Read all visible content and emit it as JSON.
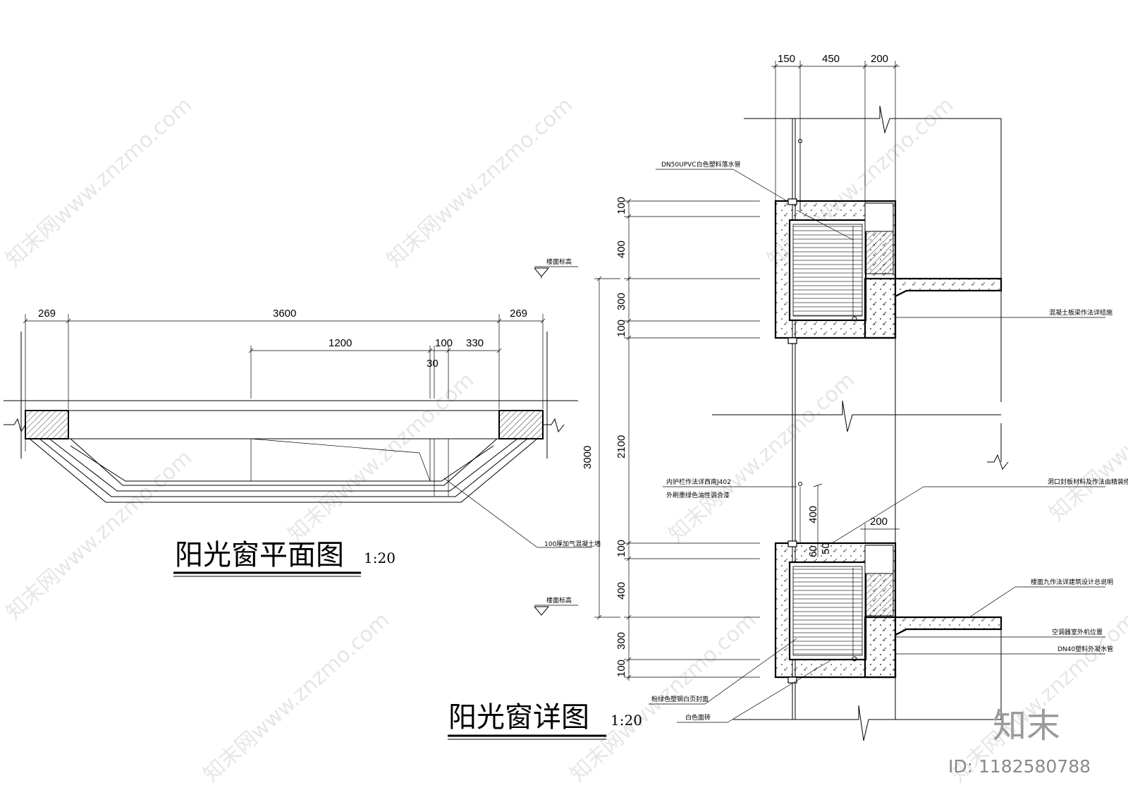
{
  "plan": {
    "title": "阳光窗平面图",
    "scale": "1:20",
    "dims_top": [
      "269",
      "3600",
      "269"
    ],
    "dims_inner": [
      "1200",
      "100",
      "330"
    ],
    "dim_small": "30",
    "note_wall": "100厚加气混凝土墙"
  },
  "detail": {
    "title": "阳光窗详图",
    "scale": "1:20",
    "dims_top": [
      "150",
      "450",
      "200"
    ],
    "dim_total": "3000",
    "dims_upper": [
      "100",
      "400",
      "300",
      "100"
    ],
    "dim_mid": "2100",
    "dims_lower": [
      "100",
      "400",
      "300",
      "100"
    ],
    "dim_400": "400",
    "dim_200": "200",
    "dim_60": "60",
    "dim_50": "50",
    "level_upper": "楼面标高",
    "level_lower": "楼面标高",
    "labels": {
      "pipe_top": "DN50UPVC白色塑料落水管",
      "beam": "混凝土板梁作法详结施",
      "rail_1": "内护栏作法详西南J402",
      "rail_2": "外刷墨绿色油性调合漆",
      "seal": "洞口封板材料及作法由精装修定",
      "floor": "楼面九作法详建筑设计总说明",
      "ac": "空调器室外机位置",
      "drain": "DN40塑料外凝水管",
      "coating": "粉绿色塑钢白页封面",
      "tile": "白色面砖"
    }
  },
  "watermark": {
    "site": "知末网www.znzmo.com",
    "brand": "知末",
    "id": "ID: 1182580788"
  }
}
